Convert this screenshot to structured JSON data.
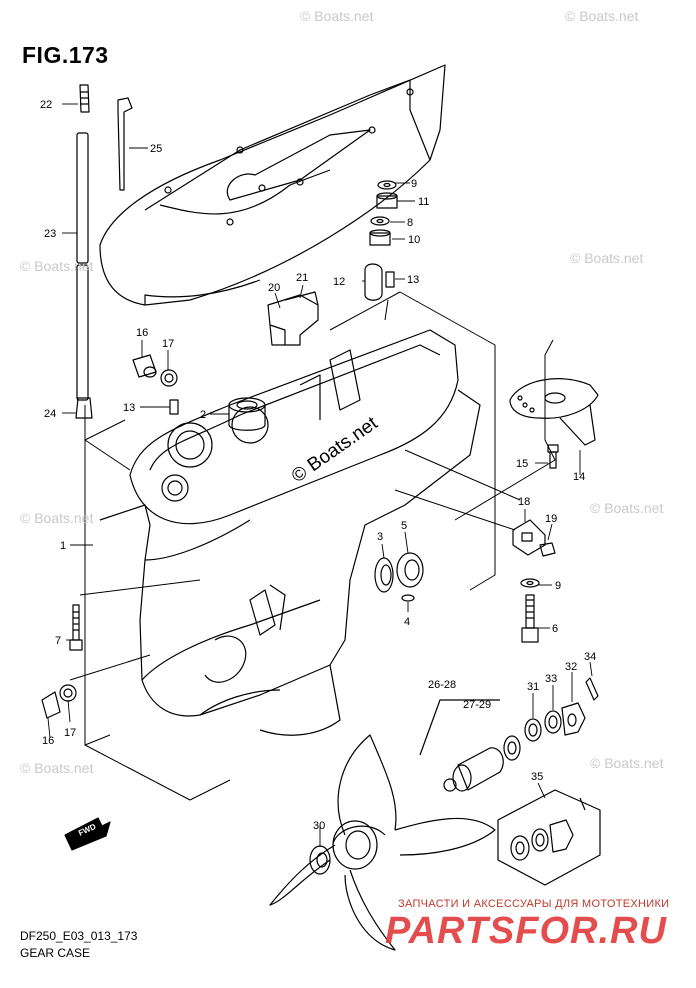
{
  "figure": {
    "title": "FIG.173"
  },
  "caption": {
    "line1": "DF250_E03_013_173",
    "line2": "GEAR CASE"
  },
  "watermark": {
    "tagline": "ЗАПЧАСТИ И АКСЕССУАРЫ ДЛЯ МОТОТЕХНИКИ",
    "brand": "PARTSFOR.RU",
    "boats": "© Boats.net"
  },
  "fwd_label": "FWD",
  "parts": {
    "p1": "1",
    "p2": "2",
    "p3": "3",
    "p4": "4",
    "p5": "5",
    "p6": "6",
    "p7": "7",
    "p8": "8",
    "p9a": "9",
    "p9b": "9",
    "p10": "10",
    "p11": "11",
    "p12": "12",
    "p13a": "13",
    "p13b": "13",
    "p14": "14",
    "p15": "15",
    "p16a": "16",
    "p16b": "16",
    "p17a": "17",
    "p17b": "17",
    "p18": "18",
    "p19": "19",
    "p20": "20",
    "p21": "21",
    "p22": "22",
    "p23": "23",
    "p24": "24",
    "p25": "25",
    "p26_28": "26-28",
    "p27_29": "27-29",
    "p30": "30",
    "p31": "31",
    "p32": "32",
    "p33": "33",
    "p34": "34",
    "p35": "35"
  }
}
